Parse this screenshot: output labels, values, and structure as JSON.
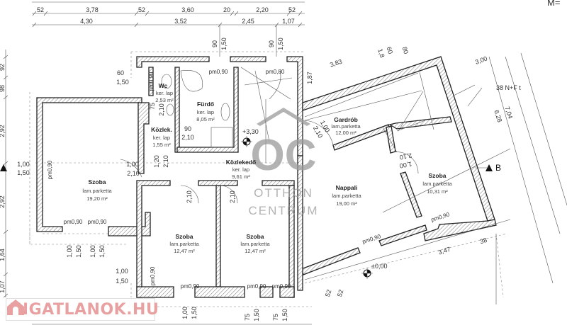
{
  "scale_label": "M=",
  "dimensions_top": {
    "row1": [
      "52",
      "3,78",
      "52",
      "3,60",
      "20",
      "2,20",
      "52"
    ],
    "row2": [
      "4,30",
      "3,52",
      "2,45",
      "1,07"
    ],
    "verticals": [
      "90",
      "1,50",
      "90",
      "1,50"
    ]
  },
  "dimensions_left": [
    "92",
    "98",
    "2,92",
    "1,00",
    "1,50",
    "2,92",
    "1,64",
    "1,07"
  ],
  "dimensions_bottom": [
    "1,00",
    "1,50",
    "1,00",
    "1,50",
    "1,00",
    "1,50",
    "1,00",
    "1,50",
    "75",
    "1,50",
    "75",
    "1,50"
  ],
  "dimensions_right": [
    "3,83",
    "1,87",
    "3,00",
    "6,28",
    "7,04",
    "1,8",
    "60",
    "80",
    "3,47",
    "38",
    "52",
    "52"
  ],
  "door_marks": [
    "60",
    "1,50",
    "75",
    "2,10",
    "90",
    "2,10",
    "1,20",
    "2,10",
    "1,00",
    "2,10",
    "2,10",
    "2,10",
    "2,10",
    "1,00",
    "2,10",
    "1,00"
  ],
  "rooms": [
    {
      "name": "Wc",
      "floor": "ker. lap",
      "area": "2,53 m²"
    },
    {
      "name": "Fürdő",
      "floor": "ker. lap",
      "area": "8,05 m²"
    },
    {
      "name": "Közlek.",
      "floor": "ker. lap",
      "area": "1,55 m²"
    },
    {
      "name": "Közlekedő",
      "floor": "ker. lap",
      "area": "9,61 m²"
    },
    {
      "name": "Szoba",
      "floor": "lam.parketta",
      "area": "19,20 m²"
    },
    {
      "name": "Szoba",
      "floor": "lam.parketta",
      "area": "12,47 m²"
    },
    {
      "name": "Szoba",
      "floor": "lam.parketta",
      "area": "12,47 m²"
    },
    {
      "name": "Gardrób",
      "floor": "lam.parketta",
      "area": "12,00 m²"
    },
    {
      "name": "Nappali",
      "floor": "lam.parketta",
      "area": "19,00 m²"
    },
    {
      "name": "Szoba",
      "floor": "lam.parketta",
      "area": "10,31 m²"
    }
  ],
  "openings": [
    "pm0,90",
    "pm0,80",
    "pm0,90",
    "pm0,90",
    "pm0,90",
    "pm0,90",
    "pm0,90",
    "pm0,90",
    "pm0,90",
    "pm0,90",
    "pm0,90",
    "pm0,90"
  ],
  "levels": {
    "upper": "+3,30",
    "ground": "±0,00"
  },
  "section_mark": "B",
  "roof_note": "38 N+F t",
  "watermark": {
    "logo": "OC",
    "line1": "OTTHON",
    "line2": "CENTRUM"
  },
  "site_badge": "INGATLANOK.HU"
}
